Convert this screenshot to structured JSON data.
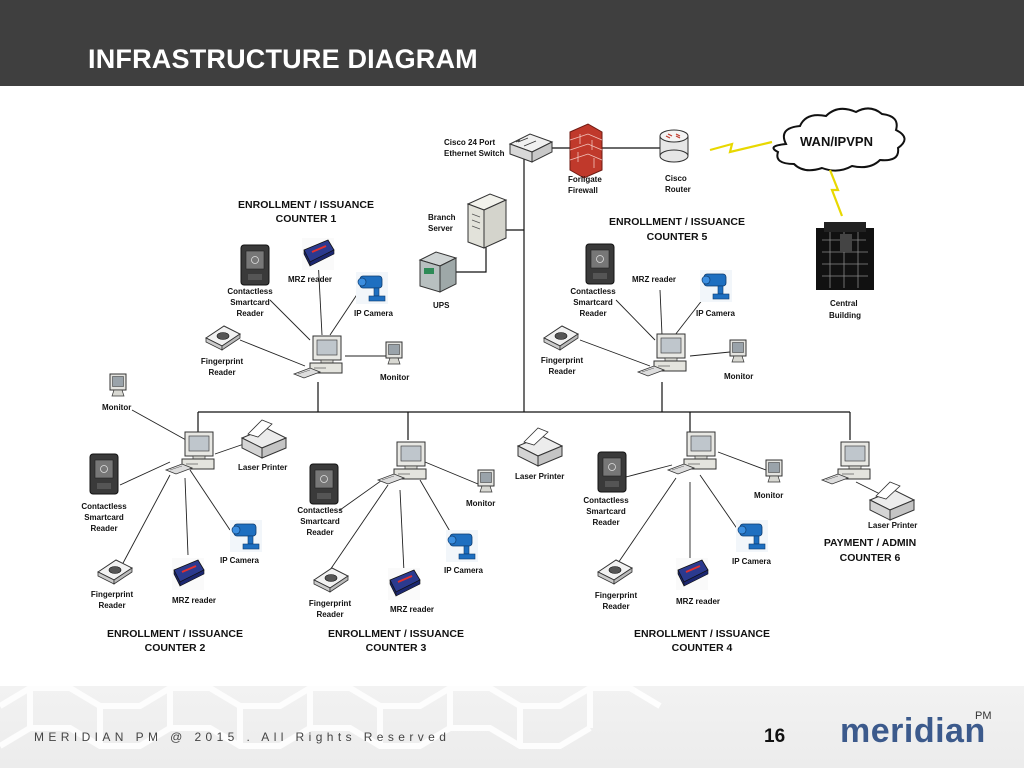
{
  "slide": {
    "title": "INFRASTRUCTURE DIAGRAM",
    "copyright": "MERIDIAN PM @ 2015 . All Rights Reserved",
    "page_number": "16",
    "logo_text": "meridian",
    "logo_suffix": "PM"
  },
  "colors": {
    "header_bg": "#3f3f3f",
    "logo_blue": "#3c5a8c",
    "camera_blue": "#1e6fc0",
    "firewall_red": "#c0392b",
    "lightning_yellow": "#e8d800"
  },
  "diagram": {
    "core": {
      "switch": [
        "Cisco 24 Port",
        "Ethernet Switch"
      ],
      "firewall": [
        "Forligate",
        "Firewall"
      ],
      "router": [
        "Cisco",
        "Router"
      ],
      "wan": "WAN/IPVPN",
      "central": [
        "Central",
        "Building"
      ],
      "server": [
        "Branch",
        "Server"
      ],
      "ups": "UPS"
    },
    "counter1": {
      "title": [
        "ENROLLMENT / ISSUANCE",
        "COUNTER 1"
      ],
      "smartcard": [
        "Contactless",
        "Smartcard",
        "Reader"
      ],
      "mrz": "MRZ reader",
      "camera": "IP Camera",
      "fingerprint": [
        "Fingerprint",
        "Reader"
      ],
      "monitor": "Monitor"
    },
    "counter5": {
      "title": [
        "ENROLLMENT / ISSUANCE",
        "COUNTER 5"
      ],
      "smartcard": [
        "Contactless",
        "Smartcard",
        "Reader"
      ],
      "mrz": "MRZ reader",
      "camera": "IP Camera",
      "fingerprint": [
        "Fingerprint",
        "Reader"
      ],
      "monitor": "Monitor"
    },
    "counter2": {
      "title": [
        "ENROLLMENT / ISSUANCE",
        "COUNTER 2"
      ],
      "monitor": "Monitor",
      "printer": "Laser Printer",
      "smartcard": [
        "Contactless",
        "Smartcard",
        "Reader"
      ],
      "camera": "IP Camera",
      "fingerprint": [
        "Fingerprint",
        "Reader"
      ],
      "mrz": "MRZ reader"
    },
    "counter3": {
      "title": [
        "ENROLLMENT / ISSUANCE",
        "COUNTER 3"
      ],
      "smartcard": [
        "Contactless",
        "Smartcard",
        "Reader"
      ],
      "monitor": "Monitor",
      "camera": "IP Camera",
      "fingerprint": [
        "Fingerprint",
        "Reader"
      ],
      "mrz": "MRZ reader"
    },
    "shared_printer": "Laser Printer",
    "counter4": {
      "title": [
        "ENROLLMENT / ISSUANCE",
        "COUNTER 4"
      ],
      "monitor": "Monitor",
      "smartcard": [
        "Contactless",
        "Smartcard",
        "Reader"
      ],
      "camera": "IP Camera",
      "fingerprint": [
        "Fingerprint",
        "Reader"
      ],
      "mrz": "MRZ reader"
    },
    "counter6": {
      "title": [
        "PAYMENT / ADMIN",
        "COUNTER 6"
      ],
      "printer": "Laser Printer"
    }
  }
}
